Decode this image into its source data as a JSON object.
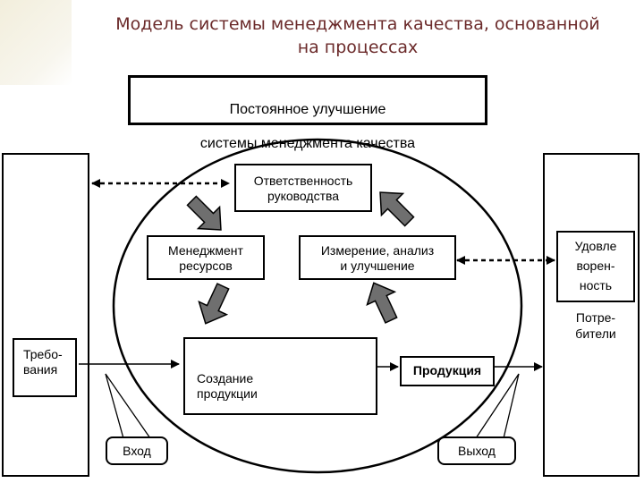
{
  "title": {
    "line1": "Модель системы менеджмента качества, основанной",
    "line2": "на процессах"
  },
  "top_box": {
    "line1": "Постоянное улучшение",
    "line2": "системы менеджмента качества"
  },
  "nodes": {
    "responsibility": "Ответственность\nруководства",
    "resources": "Менеджмент\nресурсов",
    "measurement": "Измерение, анализ\nи улучшение",
    "creation": "Создание\nпродукции",
    "product": "Продукция",
    "requirements": "Требо-\nвания",
    "satisfaction": "Удовле\nворен-\nность",
    "consumers": "Потре-\nбители",
    "input": "Вход",
    "output": "Выход"
  },
  "colors": {
    "title": "#6b2a2a",
    "arrow_fill": "#6f6f6f",
    "stroke": "#000000"
  }
}
